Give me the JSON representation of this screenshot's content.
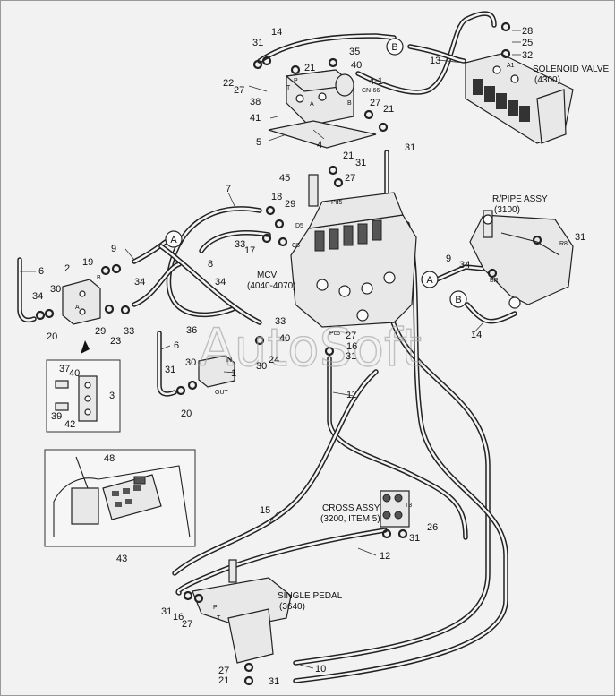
{
  "labels": {
    "solenoid_valve": "SOLENOID VALVE",
    "solenoid_valve_ref": "(4300)",
    "rpipe_assy": "R/PIPE ASSY",
    "rpipe_assy_ref": "(3100)",
    "mcv": "MCV",
    "mcv_ref": "(4040-4070)",
    "cross_assy": "CROSS ASSY",
    "cross_assy_ref": "(3200, ITEM 5)",
    "single_pedal": "SINGLE PEDAL",
    "single_pedal_ref": "(3640)",
    "cn66": "CN-66"
  },
  "connectors": {
    "a": "A",
    "b": "B"
  },
  "port_labels": {
    "a1": "A1",
    "p": "P",
    "t": "T",
    "a": "A",
    "b": "B",
    "pd5": "Pd5",
    "d5": "D5",
    "c5": "C5",
    "pc5": "Pc5",
    "br": "BR",
    "r8": "R8",
    "in": "IN",
    "out": "OUT",
    "t3": "T3"
  },
  "part_numbers": {
    "n1": "1",
    "n2": "2",
    "n3": "3",
    "n4_1": "4-1",
    "n4": "4",
    "n5": "5",
    "n6a": "6",
    "n6b": "6",
    "n7": "7",
    "n8": "8",
    "n9a": "9",
    "n9b": "9",
    "n10": "10",
    "n11": "11",
    "n12": "12",
    "n13": "13",
    "n14a": "14",
    "n14b": "14",
    "n15": "15",
    "n16a": "16",
    "n16b": "16",
    "n17": "17",
    "n18": "18",
    "n19": "19",
    "n20a": "20",
    "n20b": "20",
    "n21a": "21",
    "n21b": "21",
    "n21c": "21",
    "n21d": "21",
    "n22": "22",
    "n23": "23",
    "n24": "24",
    "n25": "25",
    "n26": "26",
    "n27a": "27",
    "n27b": "27",
    "n27c": "27",
    "n27d": "27",
    "n27e": "27",
    "n27f": "27",
    "n28": "28",
    "n29a": "29",
    "n29b": "29",
    "n30a": "30",
    "n30b": "30",
    "n30c": "30",
    "n31a": "31",
    "n31b": "31",
    "n31c": "31",
    "n31d": "31",
    "n31e": "31",
    "n31f": "31",
    "n31g": "31",
    "n31h": "31",
    "n31i": "31",
    "n32": "32",
    "n33a": "33",
    "n33b": "33",
    "n33c": "33",
    "n34a": "34",
    "n34b": "34",
    "n34c": "34",
    "n34d": "34",
    "n35": "35",
    "n36": "36",
    "n37": "37",
    "n38": "38",
    "n39": "39",
    "n40a": "40",
    "n40b": "40",
    "n40c": "40",
    "n41": "41",
    "n42": "42",
    "n43": "43",
    "n45": "45",
    "n48": "48"
  },
  "watermark": "AutoSoft"
}
